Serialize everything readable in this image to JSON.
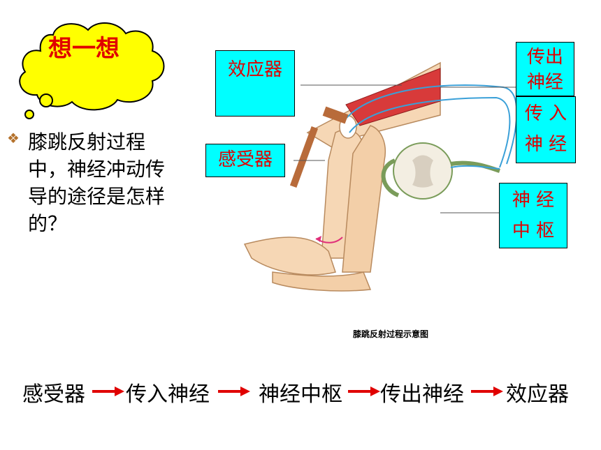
{
  "thought": {
    "title": "想一想",
    "question": "膝跳反射过程中，神经冲动传导的途径是怎样的？",
    "bullet_icon": "diamond-bullet-icon"
  },
  "labels": {
    "effector": "效应器",
    "efferent_1": "传出",
    "efferent_2": "神经",
    "afferent_1": "传 入",
    "afferent_2": "神 经",
    "receptor": "感受器",
    "center_1": "神 经",
    "center_2": "中 枢"
  },
  "caption": "膝跳反射过程示意图",
  "pathway": [
    "感受器",
    "传入神经",
    "神经中枢",
    "传出神经",
    "效应器"
  ],
  "colors": {
    "label_bg": "#00ffff",
    "label_text": "#e00000",
    "cloud": "#ffff00",
    "arrow": "#e00000",
    "nerve": "#3aa0d8"
  }
}
